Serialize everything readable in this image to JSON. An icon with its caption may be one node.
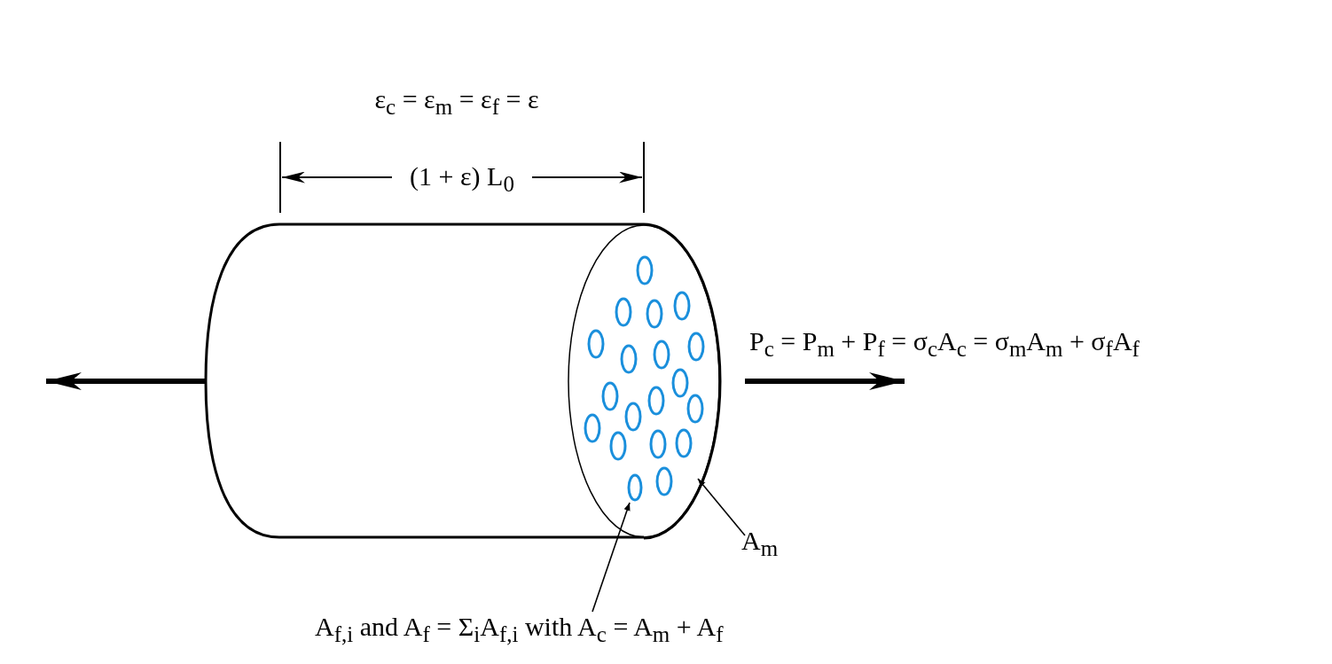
{
  "diagram": {
    "nodes": [
      {
        "text": [],
        "shape": "ellipse"
      },
      {
        "text": [],
        "shape": "ellipse",
        "in": 0
      },
      {
        "text": [
          "A$_{m}$"
        ]
      },
      {
        "text": [
          "A$_{f,i}$ and A$_{f}$ = Σ$_{i}$A$_{f,i}$ with A$_{c}$ = A$_{m}$ + A$_{f}$"
        ]
      }
    ],
    "edges": [
      {
        "from": 2,
        "to": 0,
        "arrow": "to"
      },
      {
        "from": 3,
        "to": 1,
        "arrow": "to"
      }
    ],
    "labels": [
      "ε$_{c}$ = ε$_{m}$ = ε$_{f}$ = ε",
      "(1 + ε) L$_{0}$",
      "P$_{c}$ = P$_{m}$ + P$_{f}$ = σ$_{c}$A$_{c}$ = σ$_{m}$A$_{m}$ + σ$_{f}$A$_{f}$"
    ]
  }
}
